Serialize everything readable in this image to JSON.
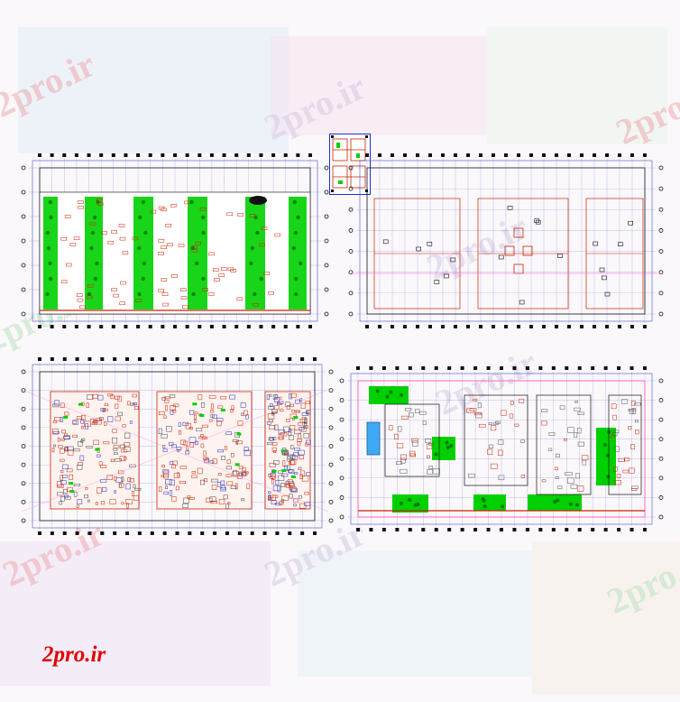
{
  "watermark": {
    "text": "2pro.ir"
  },
  "brand": {
    "text": "2pro.ir"
  },
  "colors": {
    "background": "#fbf8fb",
    "brand": "#e00000",
    "landscape_green": "#00d000",
    "wall_red": "#cc2200",
    "grid_blue": "#2030c0",
    "grid_pink": "#ff66cc",
    "axis_black": "#111111"
  },
  "drawings": [
    {
      "id": "ground-floor-site-plan",
      "style": "green landscaped courtyards with parking"
    },
    {
      "id": "structural-column-plan",
      "style": "red outline columns"
    },
    {
      "id": "typical-floor-plan",
      "style": "dense red/blue furniture layout"
    },
    {
      "id": "ground-floor-landscape-plan",
      "style": "green lawns and pool"
    }
  ]
}
